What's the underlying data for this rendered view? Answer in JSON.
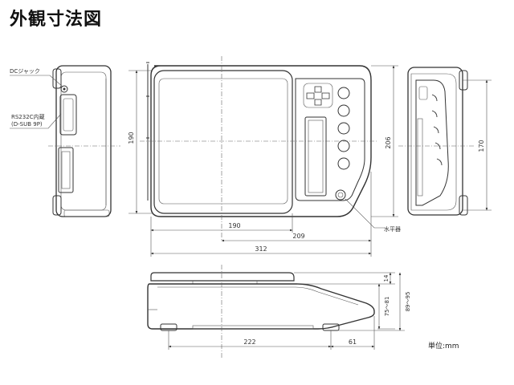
{
  "title": "外観寸法図",
  "unit": "単位:mm",
  "left_view": {
    "dc_jack": "DCジャック",
    "rs232c_line1": "RS232C内蔵",
    "rs232c_line2": "(D-SUB 9P)"
  },
  "top_view": {
    "dim_height_190": "190",
    "dim_height_206": "206",
    "dim_width_190": "190",
    "dim_width_209": "209",
    "dim_width_312": "312",
    "level_label": "水平器"
  },
  "right_view": {
    "dim_170": "170"
  },
  "front_view": {
    "dim_14": "14",
    "dim_75_81": "75～81",
    "dim_89_95": "89～95",
    "dim_222": "222",
    "dim_61": "61"
  }
}
